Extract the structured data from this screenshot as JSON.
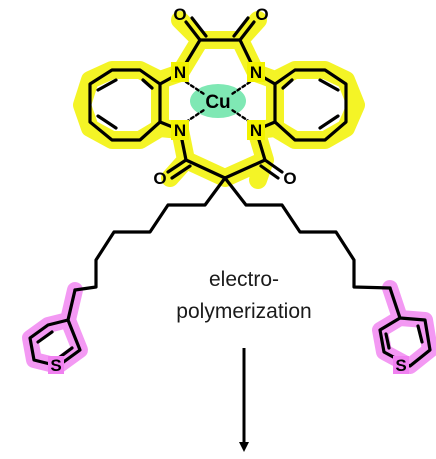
{
  "diagram": {
    "metal": {
      "label": "Cu",
      "highlight_color": "#7fe8b4"
    },
    "core_highlight_color": "#f2f200",
    "thiophene_highlight_color": "#f080f0",
    "atoms": {
      "n_top_left": "N",
      "n_top_right": "N",
      "n_bottom_left": "N",
      "n_bottom_right": "N",
      "o_top_left": "O",
      "o_top_right": "O",
      "o_bottom_left": "O",
      "o_bottom_right": "O",
      "s_left": "S",
      "s_right": "S"
    },
    "caption_line1": "electro-",
    "caption_line2": "polymerization"
  }
}
